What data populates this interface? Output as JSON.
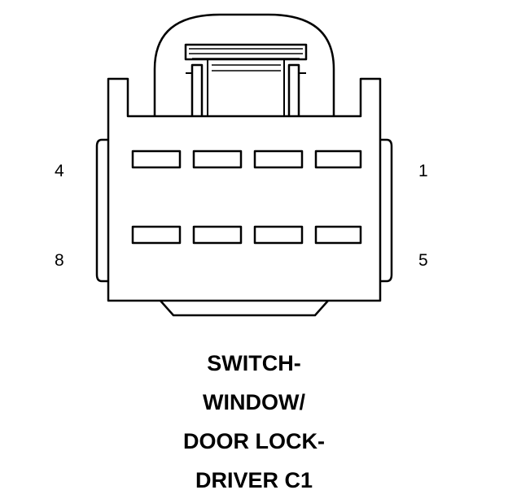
{
  "pins": {
    "top_left": "4",
    "bottom_left": "8",
    "top_right": "1",
    "bottom_right": "5"
  },
  "caption": {
    "line1": "SWITCH-",
    "line2": "WINDOW/",
    "line3": "DOOR LOCK-",
    "line4": "DRIVER C1"
  },
  "colors": {
    "stroke": "#000000",
    "background": "#ffffff"
  }
}
